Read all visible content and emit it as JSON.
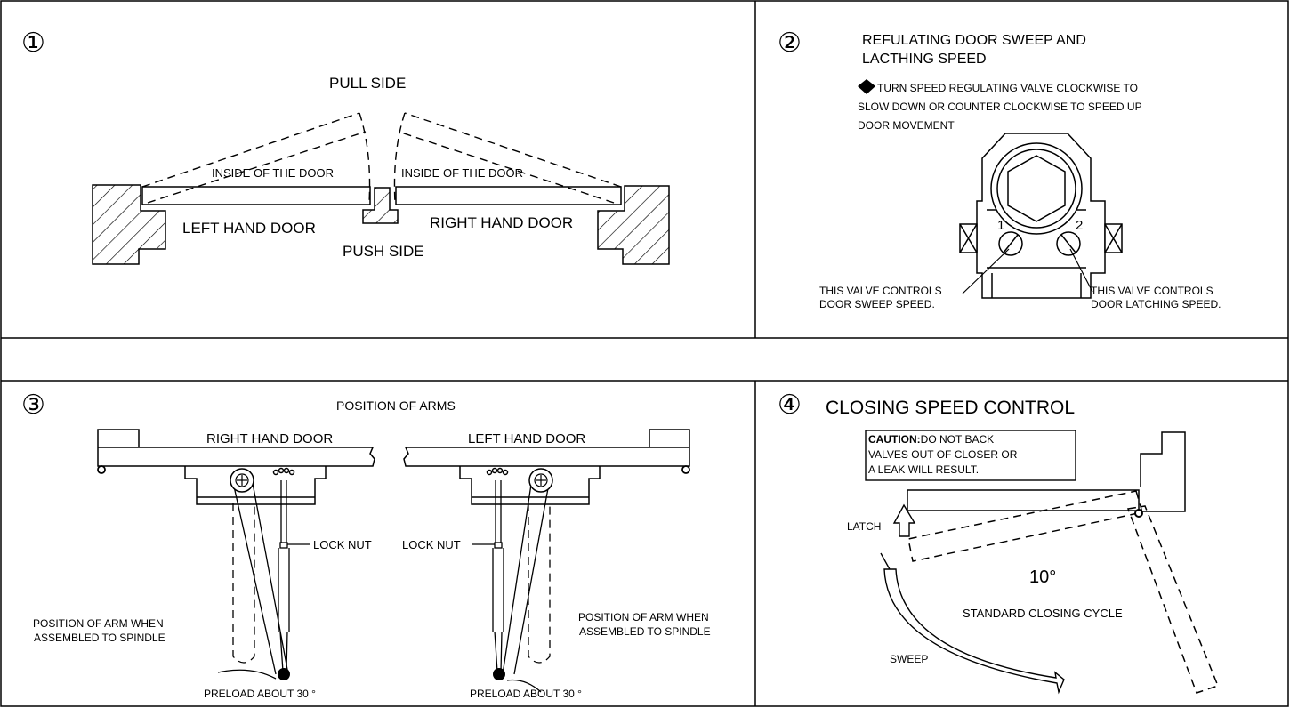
{
  "panel1": {
    "number": "①",
    "pull_side": "PULL SIDE",
    "push_side": "PUSH SIDE",
    "inside_left": "INSIDE OF THE DOOR",
    "inside_right": "INSIDE OF THE DOOR",
    "left_hand_door": "LEFT HAND DOOR",
    "right_hand_door": "RIGHT HAND DOOR"
  },
  "panel2": {
    "number": "②",
    "title_line1": "REFULATING DOOR SWEEP AND",
    "title_line2": "LACTHING SPEED",
    "instr_line1": "TURN SPEED REGULATING VALVE CLOCKWISE TO",
    "instr_line2": "SLOW DOWN OR COUNTER CLOCKWISE TO SPEED UP",
    "instr_line3": "DOOR MOVEMENT",
    "valve1_number": "1",
    "valve2_number": "2",
    "valve1_line1": "THIS VALVE CONTROLS",
    "valve1_line2": "DOOR SWEEP SPEED.",
    "valve2_line1": "THIS VALVE CONTROLS",
    "valve2_line2": "DOOR LATCHING SPEED."
  },
  "panel3": {
    "number": "③",
    "title": "POSITION OF ARMS",
    "right_hand_door": "RIGHT HAND DOOR",
    "left_hand_door": "LEFT HAND DOOR",
    "lock_nut_right": "LOCK  NUT",
    "lock_nut_left": "LOCK  NUT",
    "arm_pos_left_line1": "POSITION OF ARM WHEN",
    "arm_pos_left_line2": "ASSEMBLED TO SPINDLE",
    "arm_pos_right_line1": "POSITION OF ARM WHEN",
    "arm_pos_right_line2": "ASSEMBLED TO SPINDLE",
    "preload_left": "PRELOAD ABOUT 30 °",
    "preload_right": "PRELOAD ABOUT 30 °"
  },
  "panel4": {
    "number": "④",
    "title": "CLOSING SPEED CONTROL",
    "caution_label": "CAUTION:",
    "caution_line1": "DO NOT BACK",
    "caution_line2": "VALVES OUT OF CLOSER OR",
    "caution_line3": "A LEAK WILL RESULT.",
    "latch": "LATCH",
    "angle": "10°",
    "standard_cycle": "STANDARD CLOSING CYCLE",
    "sweep": "SWEEP"
  }
}
